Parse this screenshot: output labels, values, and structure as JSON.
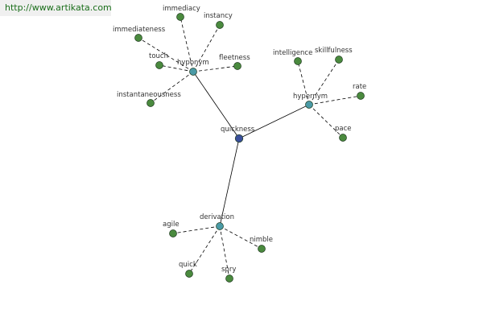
{
  "watermark": "http://www.artikata.com",
  "colors": {
    "center": "#3a4f9a",
    "relation": "#4a9aa6",
    "leaf": "#4a8a3e",
    "solid_edge": "#000000",
    "dashed_edge": "#000000"
  },
  "graph": {
    "center": "quickness",
    "relations": [
      {
        "label": "hyponym",
        "leaves": [
          "immediacy",
          "instancy",
          "immediateness",
          "touch",
          "fleetness",
          "instantaneousness"
        ]
      },
      {
        "label": "hypernym",
        "leaves": [
          "intelligence",
          "skillfulness",
          "rate",
          "pace"
        ]
      },
      {
        "label": "derivation",
        "leaves": [
          "agile",
          "nimble",
          "quick",
          "spry"
        ]
      }
    ]
  }
}
